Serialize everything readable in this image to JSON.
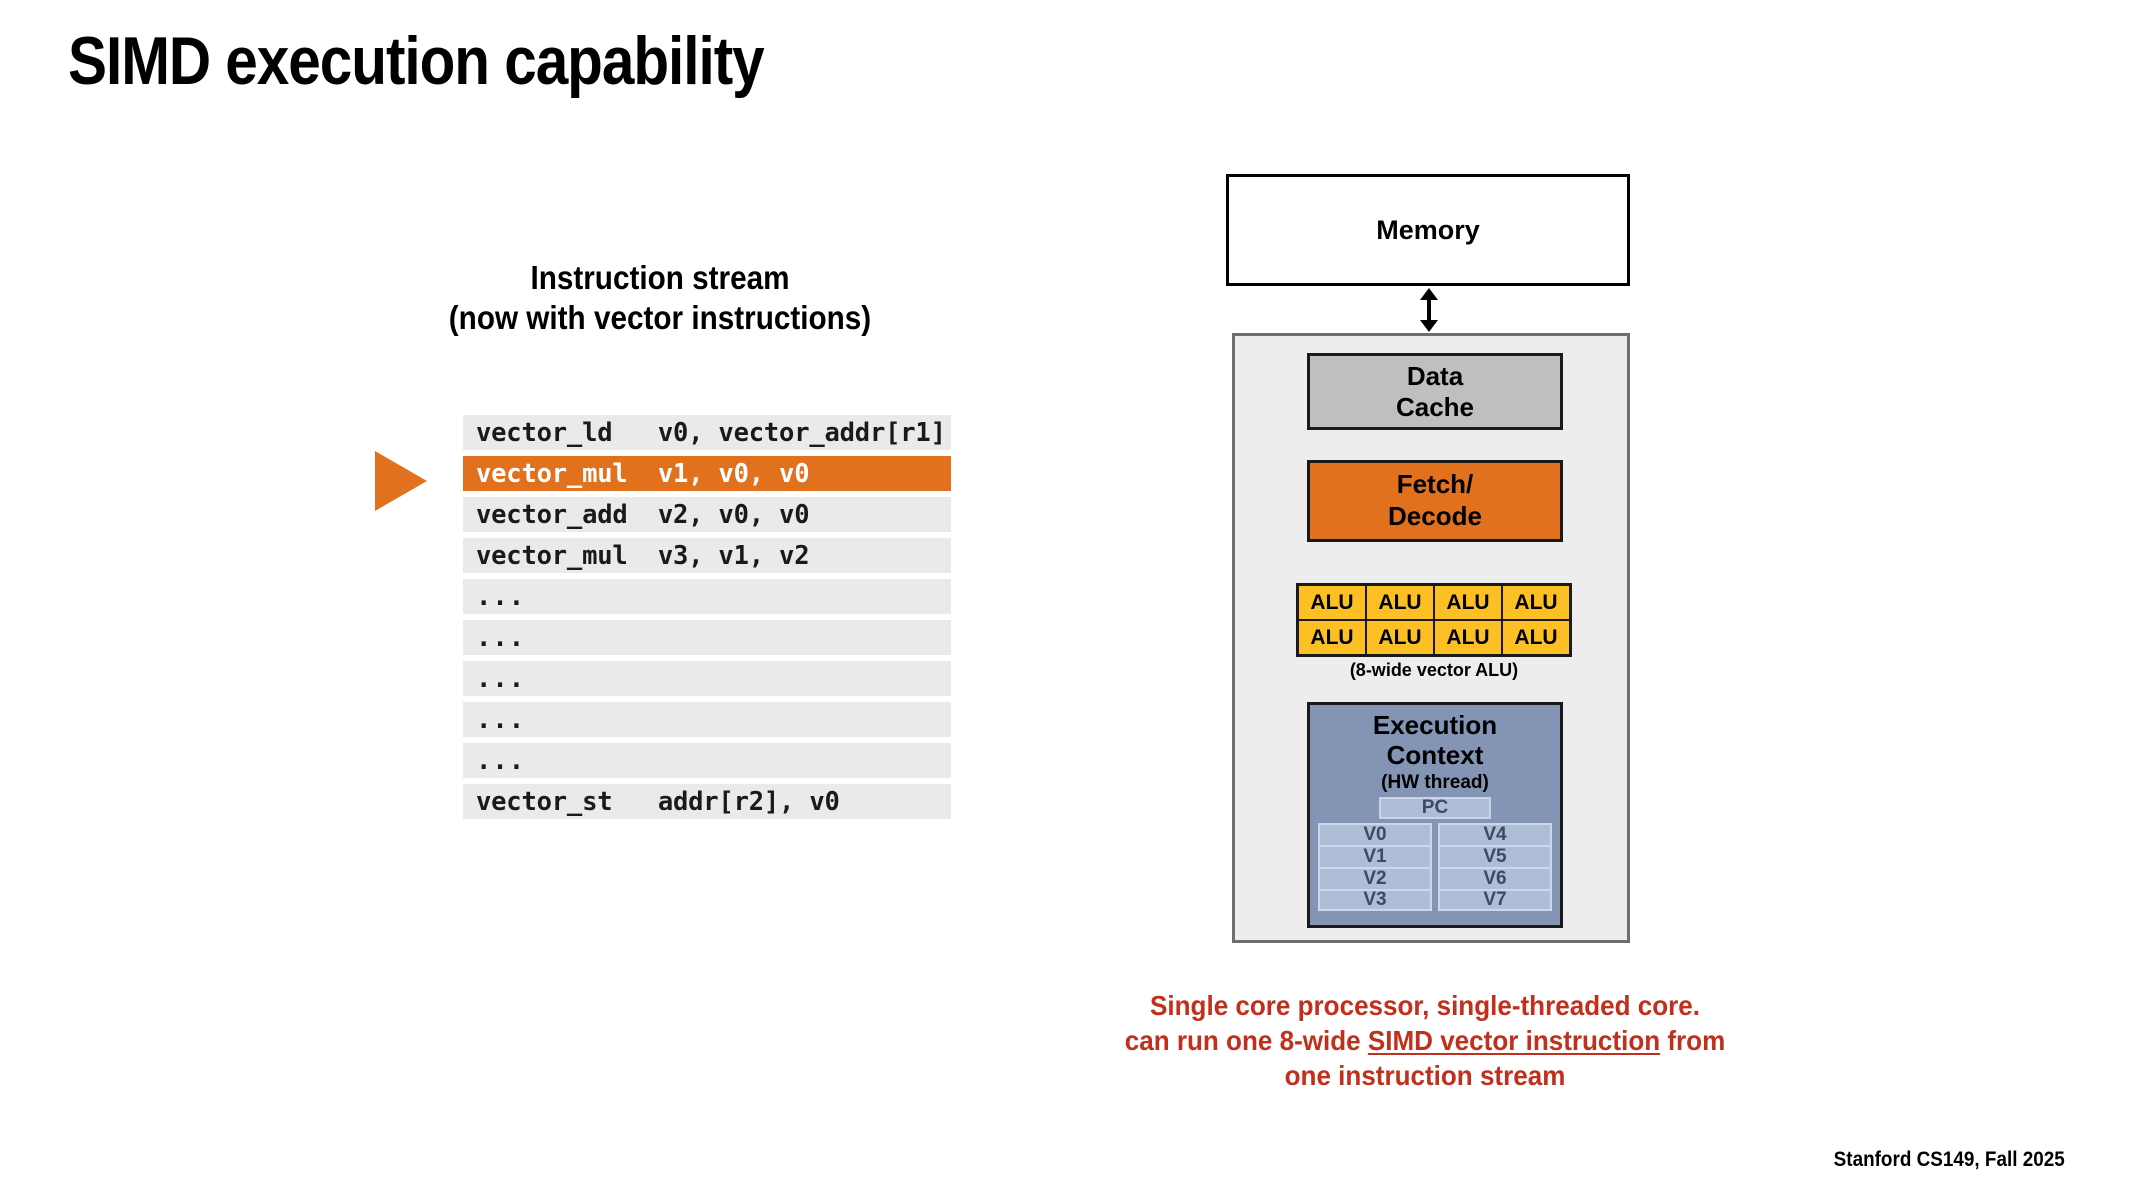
{
  "slide": {
    "title": "SIMD execution capability",
    "footer": "Stanford CS149, Fall 2025"
  },
  "instruction_stream": {
    "heading_line1": "Instruction stream",
    "heading_line2": "(now with vector instructions)",
    "current_pointer_row_index": 1,
    "rows": [
      {
        "text": "vector_ld   v0, vector_addr[r1]",
        "highlighted": false
      },
      {
        "text": "vector_mul  v1, v0, v0",
        "highlighted": true
      },
      {
        "text": "vector_add  v2, v0, v0",
        "highlighted": false
      },
      {
        "text": "vector_mul  v3, v1, v2",
        "highlighted": false
      },
      {
        "text": "...",
        "highlighted": false
      },
      {
        "text": "...",
        "highlighted": false
      },
      {
        "text": "...",
        "highlighted": false
      },
      {
        "text": "...",
        "highlighted": false
      },
      {
        "text": "...",
        "highlighted": false
      },
      {
        "text": "vector_st   addr[r2], v0",
        "highlighted": false
      }
    ]
  },
  "processor": {
    "memory_label": "Memory",
    "data_cache_line1": "Data",
    "data_cache_line2": "Cache",
    "fetch_decode_line1": "Fetch/",
    "fetch_decode_line2": "Decode",
    "alu_label": "ALU",
    "alu_count": 8,
    "alu_caption": "(8-wide vector ALU)",
    "exec_context_line1": "Execution",
    "exec_context_line2": "Context",
    "exec_context_sub": "(HW thread)",
    "pc_label": "PC",
    "registers_left": [
      "V0",
      "V1",
      "V2",
      "V3"
    ],
    "registers_right": [
      "V4",
      "V5",
      "V6",
      "V7"
    ]
  },
  "caption": {
    "line1": "Single core processor, single-threaded core.",
    "line2_pre": "can run one 8-wide ",
    "line2_underlined": "SIMD vector instruction",
    "line2_post": " from",
    "line3": "one instruction stream"
  },
  "colors": {
    "accent_orange": "#E2711D",
    "alu_yellow": "#FCC024",
    "exec_blue": "#8494B4",
    "register_blue": "#AEBDD8",
    "caption_red": "#C0301C",
    "row_gray": "#eaeaea",
    "chip_gray": "#ededed",
    "cache_gray": "#bfbfbf"
  }
}
